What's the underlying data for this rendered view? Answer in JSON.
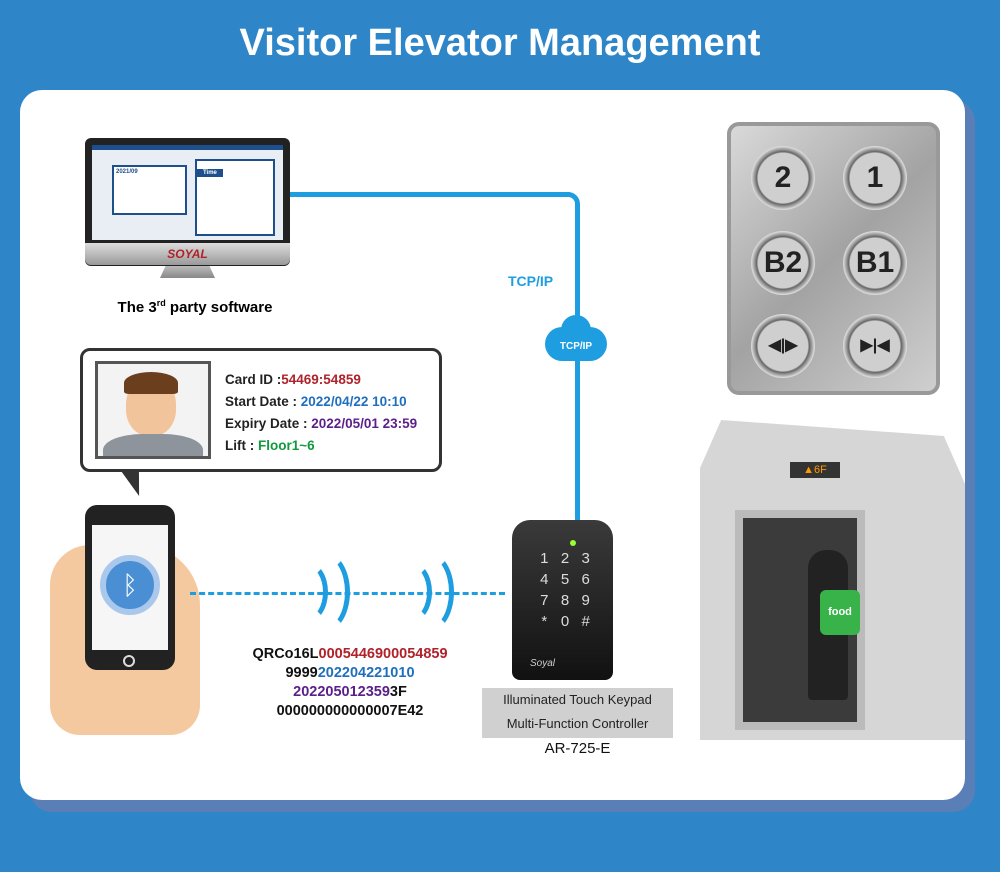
{
  "title": "Visitor Elevator Management",
  "software": {
    "brand": "SOYAL",
    "calendar_month": "2021/09",
    "time_tab": "Time",
    "label_pre": "The 3",
    "label_sup": "rd",
    "label_post": " party software"
  },
  "network": {
    "label": "TCP/IP",
    "cloud_label": "TCP/IP"
  },
  "card": {
    "card_id_label": "Card ID :",
    "card_id": "54469:54859",
    "start_label": "Start Date : ",
    "start": "2022/04/22 10:10",
    "expiry_label": "Expiry Date : ",
    "expiry": "2022/05/01  23:59",
    "lift_label": "Lift : ",
    "lift": "Floor1~6"
  },
  "qr": {
    "l1a": "QRCo16L",
    "l1b": "0005446900054859",
    "l2a": "9999",
    "l2b": "202204221010",
    "l3a": "202205012359",
    "l3b": "3F",
    "l4": "000000000000007E42"
  },
  "keypad": {
    "keys": [
      "1",
      "2",
      "3",
      "4",
      "5",
      "6",
      "7",
      "8",
      "9",
      "*",
      "0",
      "#"
    ],
    "brand": "Soyal",
    "label1": "Illuminated Touch Keypad",
    "label2": "Multi-Function Controller",
    "model": "AR-725-E"
  },
  "elevator_panel": {
    "buttons": [
      "2",
      "1",
      "B2",
      "B1",
      "◀|▶",
      "▶|◀"
    ]
  },
  "elevator": {
    "floor": "▲6F",
    "bag": "food"
  },
  "colors": {
    "background": "#2e86c8",
    "cable": "#1e9ee0",
    "card_id": "#b0222a",
    "start": "#1f6fbf",
    "expiry": "#5b1f8c",
    "lift": "#119a3c"
  }
}
